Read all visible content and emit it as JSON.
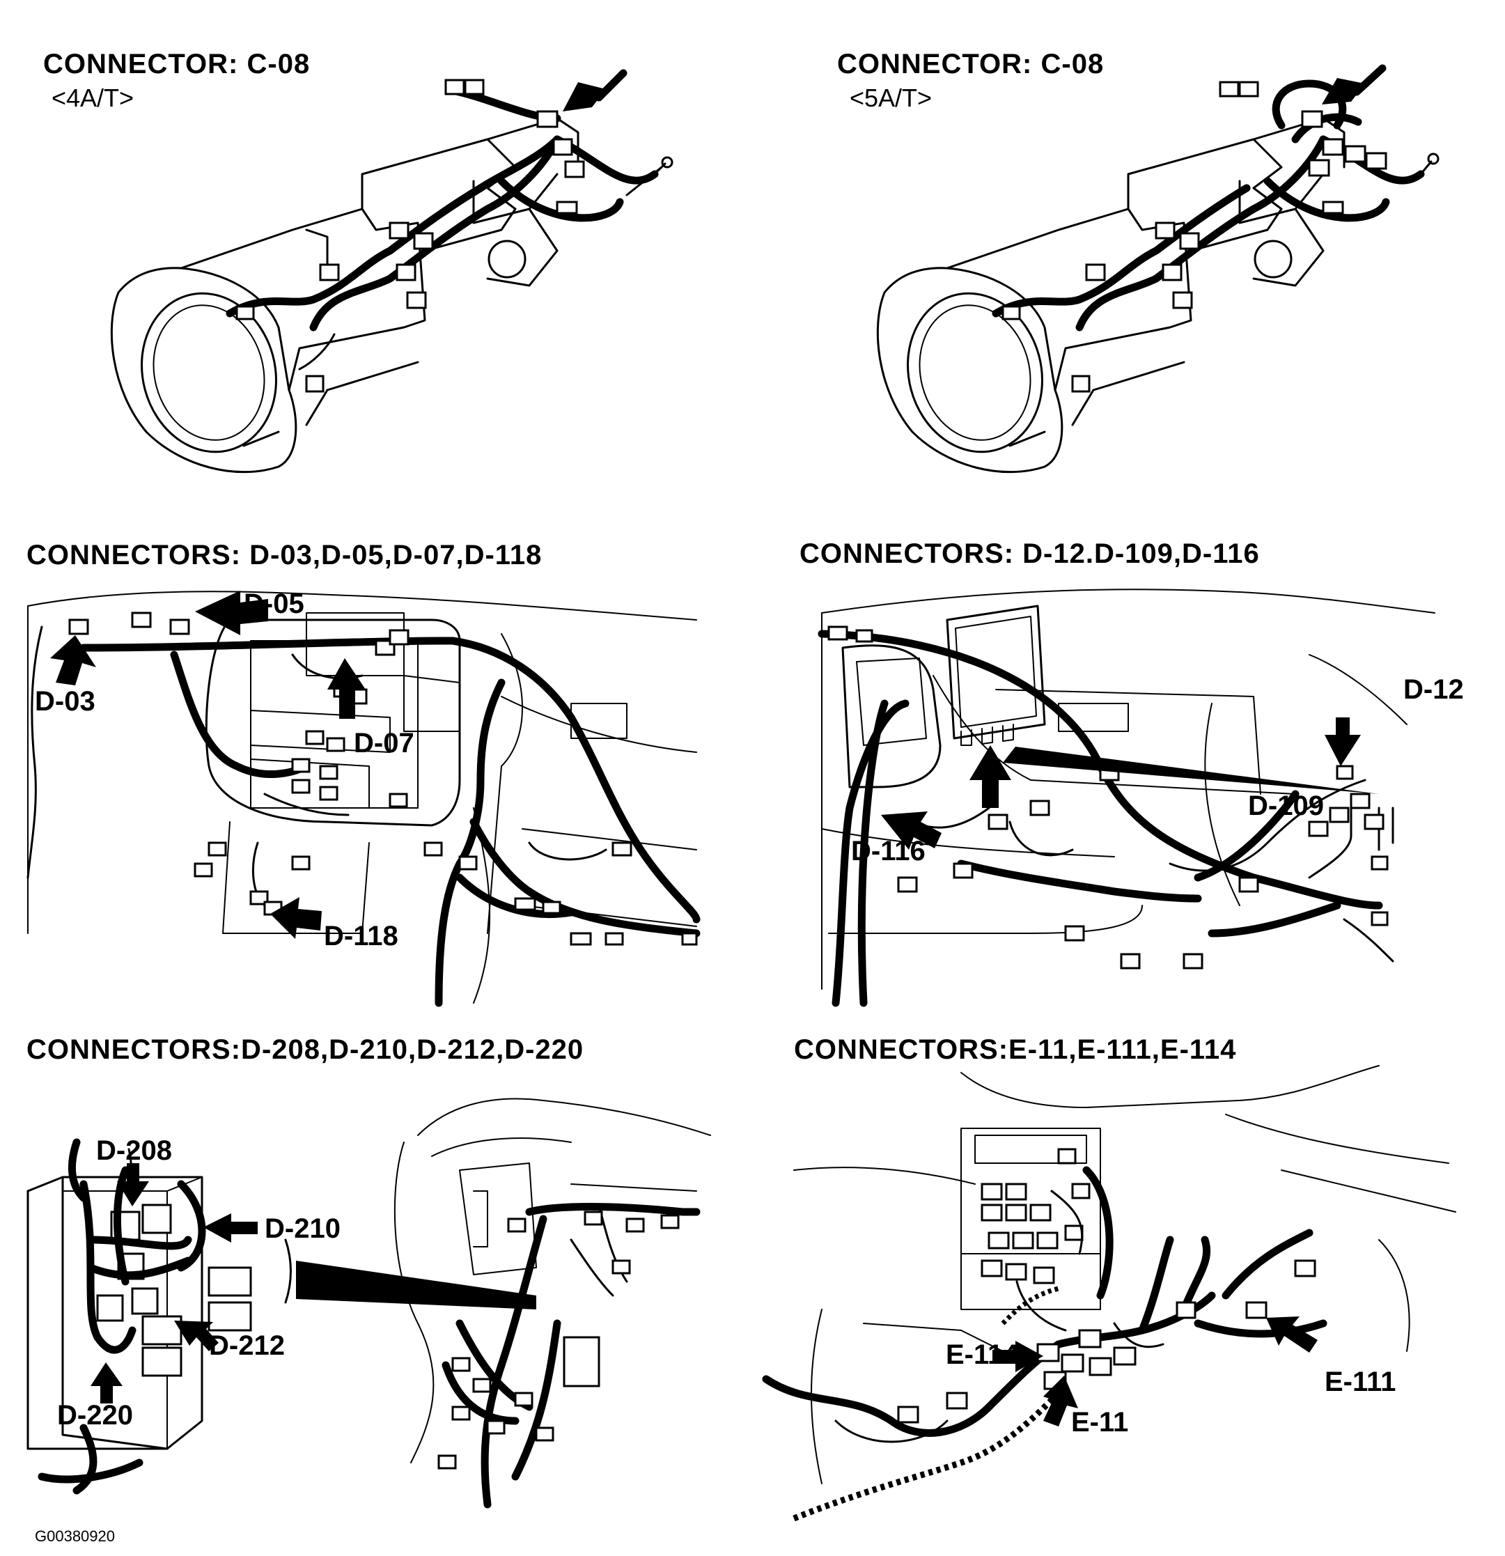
{
  "panels": [
    {
      "id": "c08_4at",
      "title": "CONNECTOR: C-08",
      "subtitle": "<4A/T>"
    },
    {
      "id": "c08_5at",
      "title": "CONNECTOR: C-08",
      "subtitle": "<5A/T>"
    },
    {
      "id": "d_dash_left",
      "title": "CONNECTORS: D-03,D-05,D-07,D-118",
      "labels": [
        "D-05",
        "D-03",
        "D-07",
        "D-118"
      ]
    },
    {
      "id": "d_dash_right",
      "title": "CONNECTORS: D-12.D-109,D-116",
      "labels": [
        "D-12",
        "D-109",
        "D-116"
      ]
    },
    {
      "id": "d_junction",
      "title": "CONNECTORS:D-208,D-210,D-212,D-220",
      "labels": [
        "D-208",
        "D-210",
        "D-212",
        "D-220"
      ]
    },
    {
      "id": "e_console",
      "title": "CONNECTORS:E-11,E-111,E-114",
      "labels": [
        "E-114",
        "E-111",
        "E-11"
      ]
    }
  ],
  "figure_id": "G00380920",
  "icons": [
    "callout-arrow-icon",
    "connector-icon",
    "wire-harness-icon"
  ]
}
